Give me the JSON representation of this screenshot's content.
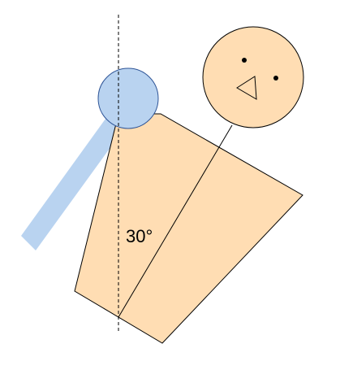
{
  "diagram": {
    "angle_label": "30°",
    "angle_degrees": 30,
    "colors": {
      "body_fill": "#FFDDB3",
      "arm_fill": "#B9D3F0",
      "stroke": "#000000",
      "arm_stroke": "#2F5597"
    },
    "elements": [
      "body-trapezoid",
      "head-circle",
      "arm-bar",
      "shoulder-joint",
      "vertical-reference-line",
      "body-axis-line"
    ]
  }
}
